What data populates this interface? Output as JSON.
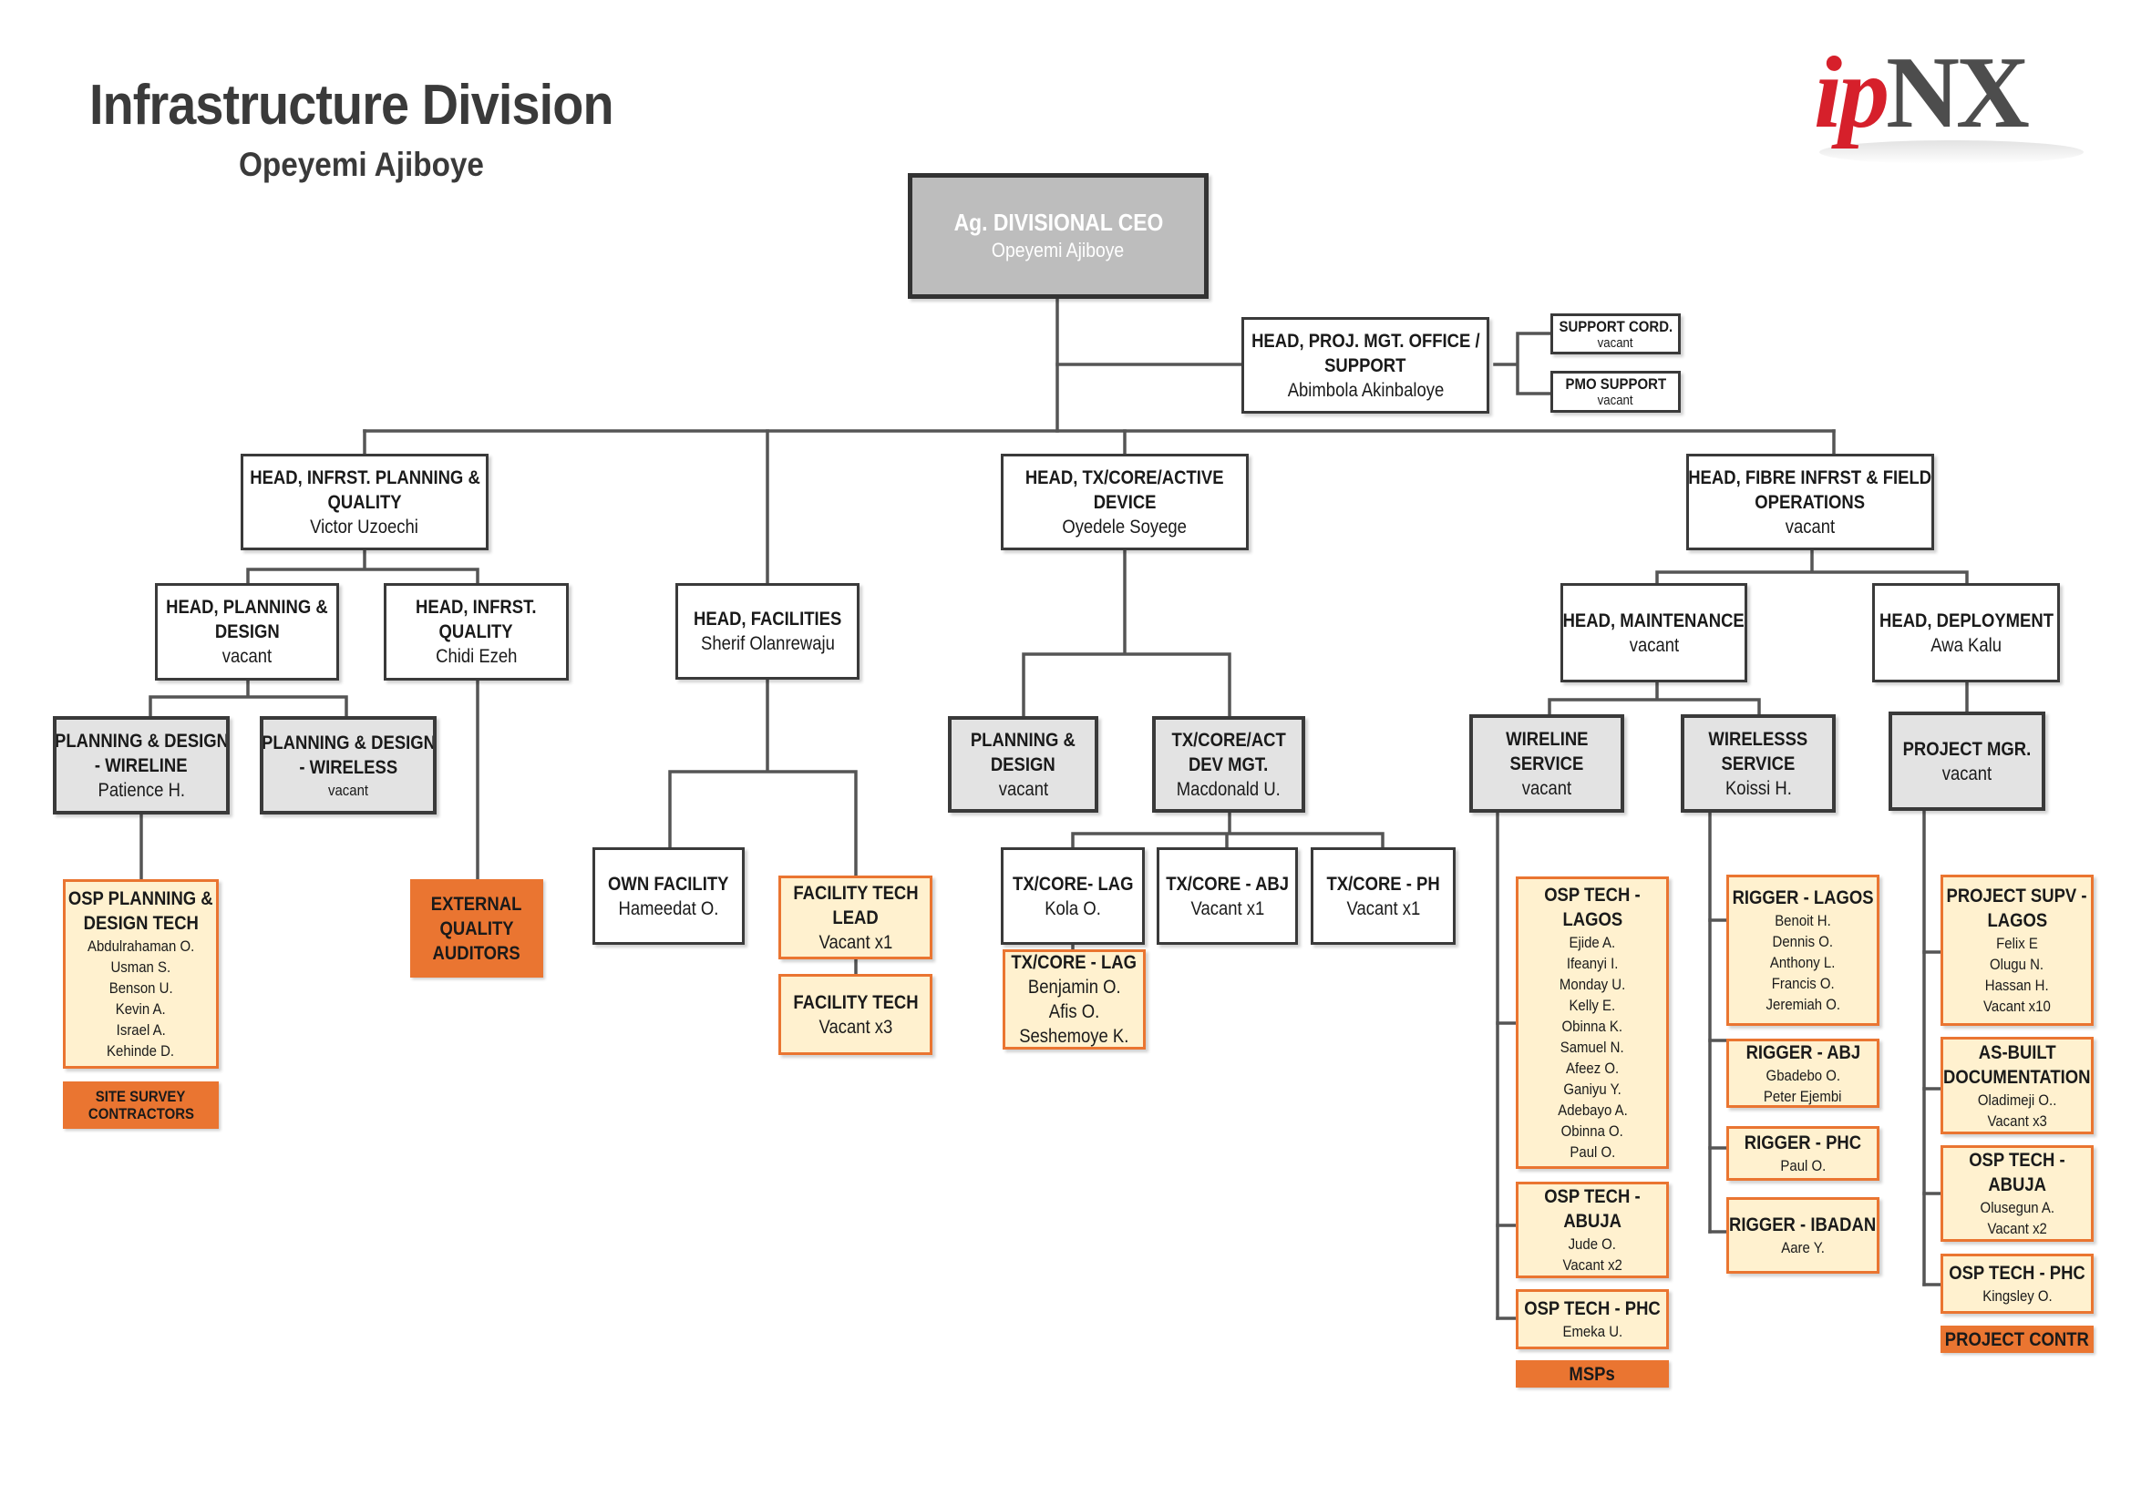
{
  "header": {
    "title": "Infrastructure Division",
    "subtitle": "Opeyemi Ajiboye"
  },
  "logo": {
    "ip": "ip",
    "nx": "NX",
    "colors": {
      "ip": "#d6202b",
      "nx": "#4d4d4d"
    }
  },
  "colors": {
    "line": "#555555",
    "border": "#3a3a3a",
    "gray_fill": "#e3e3e3",
    "ceo_fill": "#bdbdbd",
    "cream_fill": "#fff1cf",
    "orange": "#ea7531"
  },
  "ceo": {
    "title": "Ag. DIVISIONAL CEO",
    "name": "Opeyemi Ajiboye"
  },
  "pmo": {
    "title1": "HEAD, PROJ. MGT. OFFICE /",
    "title2": "SUPPORT",
    "name": "Abimbola Akinbaloye"
  },
  "support_cord": {
    "title": "SUPPORT CORD.",
    "name": "vacant"
  },
  "pmo_support": {
    "title": "PMO SUPPORT",
    "name": "vacant"
  },
  "planning_quality": {
    "title1": "HEAD, INFRST. PLANNING &",
    "title2": "QUALITY",
    "name": "Victor Uzoechi"
  },
  "head_planning_design": {
    "title1": "HEAD, PLANNING &",
    "title2": "DESIGN",
    "name": "vacant"
  },
  "head_infrst_quality": {
    "title1": "HEAD, INFRST.",
    "title2": "QUALITY",
    "name": "Chidi Ezeh"
  },
  "pd_wireline": {
    "title1": "PLANNING & DESIGN",
    "title2": "- WIRELINE",
    "name": "Patience H."
  },
  "pd_wireless": {
    "title1": "PLANNING & DESIGN",
    "title2": "- WIRELESS",
    "name": "vacant"
  },
  "osp_planning": {
    "title1": "OSP PLANNING &",
    "title2": "DESIGN TECH",
    "names": [
      "Abdulrahaman O.",
      "Usman S.",
      "Benson U.",
      "Kevin A.",
      "Israel A.",
      "Kehinde D."
    ]
  },
  "site_survey": {
    "line1": "SITE SURVEY",
    "line2": "CONTRACTORS"
  },
  "external_quality": {
    "line1": "EXTERNAL",
    "line2": "QUALITY",
    "line3": "AUDITORS"
  },
  "head_facilities": {
    "title": "HEAD, FACILITIES",
    "name": "Sherif Olanrewaju"
  },
  "own_facility": {
    "title": "OWN FACILITY",
    "name": "Hameedat O."
  },
  "facility_tech_lead": {
    "title1": "FACILITY TECH",
    "title2": "LEAD",
    "name": "Vacant x1"
  },
  "facility_tech": {
    "title": "FACILITY TECH",
    "name": "Vacant x3"
  },
  "head_txcore": {
    "title1": "HEAD, TX/CORE/ACTIVE",
    "title2": "DEVICE",
    "name": "Oyedele Soyege"
  },
  "tx_planning_design": {
    "title1": "PLANNING &",
    "title2": "DESIGN",
    "name": "vacant"
  },
  "txcore_dev_mgt": {
    "title1": "TX/CORE/ACT",
    "title2": "DEV MGT.",
    "name": "Macdonald U."
  },
  "txcore_lag": {
    "title": "TX/CORE- LAG",
    "name": "Kola O."
  },
  "txcore_abj": {
    "title": "TX/CORE - ABJ",
    "name": "Vacant x1"
  },
  "txcore_ph": {
    "title": "TX/CORE - PH",
    "name": "Vacant x1"
  },
  "txcore_lag2": {
    "title": "TX/CORE - LAG",
    "names": [
      "Benjamin O.",
      "Afis O.",
      "Seshemoye K."
    ]
  },
  "head_fibre": {
    "title1": "HEAD, FIBRE INFRST & FIELD",
    "title2": "OPERATIONS",
    "name": "vacant"
  },
  "head_maintenance": {
    "title": "HEAD, MAINTENANCE",
    "name": "vacant"
  },
  "head_deployment": {
    "title": "HEAD, DEPLOYMENT",
    "name": "Awa Kalu"
  },
  "wireline_service": {
    "title1": "WIRELINE",
    "title2": "SERVICE",
    "name": "vacant"
  },
  "wireless_service": {
    "title1": "WIRELESSS",
    "title2": "SERVICE",
    "name": "Koissi H."
  },
  "project_mgr": {
    "title": "PROJECT MGR.",
    "name": "vacant"
  },
  "osp_tech_lagos": {
    "title1": "OSP TECH -",
    "title2": "LAGOS",
    "names": [
      "Ejide A.",
      "Ifeanyi I.",
      "Monday U.",
      "Kelly E.",
      "Obinna K.",
      "Samuel N.",
      "Afeez O.",
      "Ganiyu Y.",
      "Adebayo A.",
      "Obinna O.",
      "Paul O."
    ]
  },
  "osp_tech_abuja": {
    "title1": "OSP TECH -",
    "title2": "ABUJA",
    "names": [
      "Jude O.",
      "Vacant x2"
    ]
  },
  "osp_tech_phc": {
    "title": "OSP TECH - PHC",
    "name": "Emeka U."
  },
  "msps": {
    "label": "MSPs"
  },
  "rigger_lagos": {
    "title": "RIGGER - LAGOS",
    "names": [
      "Benoit H.",
      "Dennis O.",
      "Anthony L.",
      "Francis O.",
      "Jeremiah O."
    ]
  },
  "rigger_abj": {
    "title": "RIGGER - ABJ",
    "names": [
      "Gbadebo O.",
      "Peter Ejembi"
    ]
  },
  "rigger_phc": {
    "title": "RIGGER - PHC",
    "name": "Paul O."
  },
  "rigger_ibadan": {
    "title": "RIGGER - IBADAN",
    "name": "Aare Y."
  },
  "project_supv_lagos": {
    "title1": "PROJECT SUPV -",
    "title2": "LAGOS",
    "names": [
      "Felix E",
      "Olugu N.",
      "Hassan H.",
      "Vacant x10"
    ]
  },
  "as_built": {
    "title1": "AS-BUILT",
    "title2": "DOCUMENTATION",
    "names": [
      "Oladimeji O..",
      "Vacant x3"
    ]
  },
  "osp_tech_abuja2": {
    "title1": "OSP TECH -",
    "title2": "ABUJA",
    "names": [
      "Olusegun A.",
      "Vacant x2"
    ]
  },
  "osp_tech_phc2": {
    "title": "OSP TECH - PHC",
    "name": "Kingsley O."
  },
  "project_contr": {
    "label": "PROJECT CONTR"
  }
}
